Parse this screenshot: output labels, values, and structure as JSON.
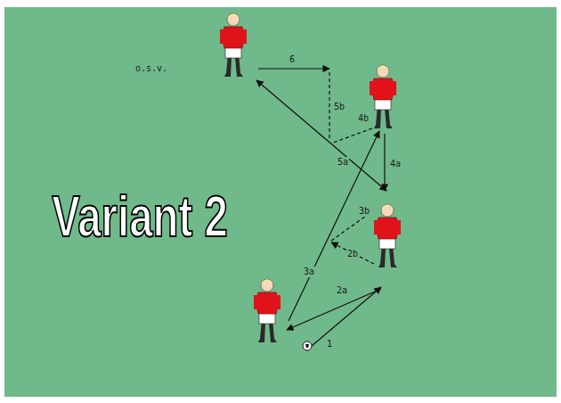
{
  "diagram": {
    "title": "Variant 2",
    "labels": [
      "o.s.v.",
      "6",
      "5b",
      "4b",
      "5a",
      "4a",
      "3b",
      "2b",
      "3a",
      "2a",
      "1"
    ]
  }
}
